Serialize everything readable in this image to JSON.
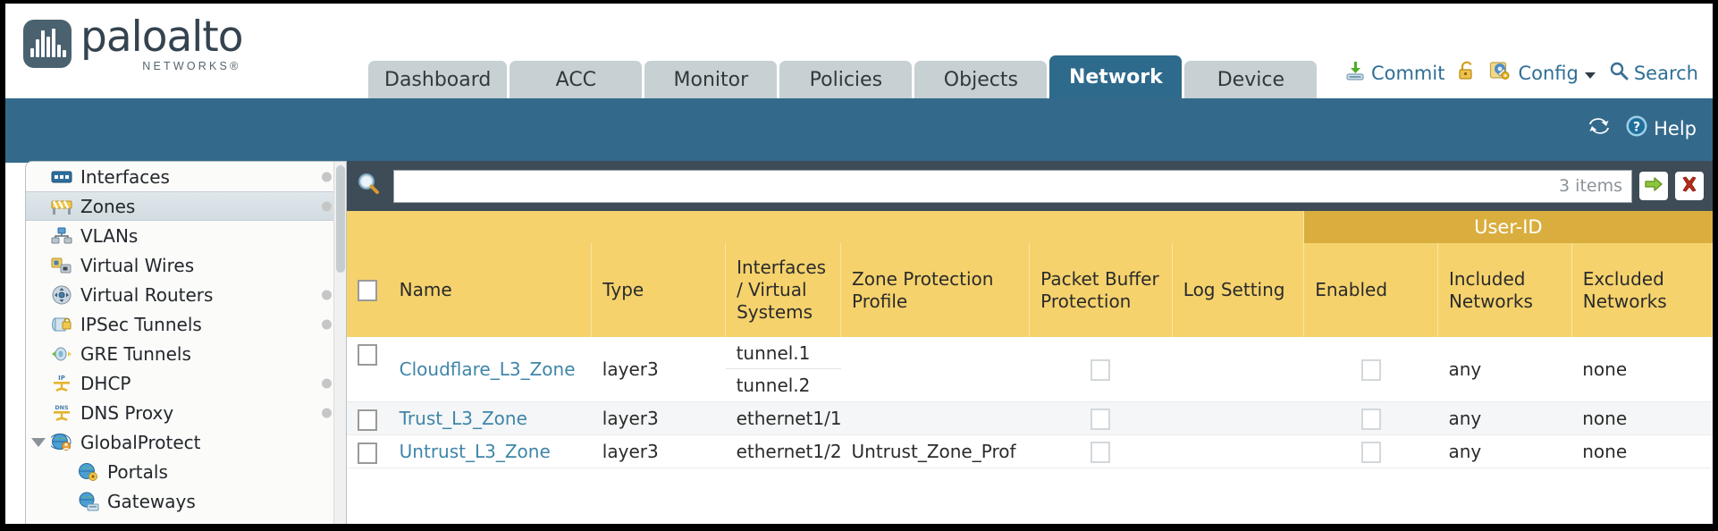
{
  "brand": {
    "word": "paloalto",
    "sub": "NETWORKS®",
    "logo_icon": "paloalto-logo-icon"
  },
  "nav": {
    "tabs": [
      {
        "label": "Dashboard",
        "active": false
      },
      {
        "label": "ACC",
        "active": false
      },
      {
        "label": "Monitor",
        "active": false
      },
      {
        "label": "Policies",
        "active": false
      },
      {
        "label": "Objects",
        "active": false
      },
      {
        "label": "Network",
        "active": true
      },
      {
        "label": "Device",
        "active": false
      }
    ],
    "active_tab": "Network"
  },
  "top_actions": {
    "commit": "Commit",
    "config": "Config",
    "search": "Search",
    "lock_icon": "padlock-icon",
    "commit_icon": "commit-icon",
    "config_icon": "config-wrench-icon",
    "caret_icon": "chevron-down-icon",
    "search_icon": "search-icon"
  },
  "blue_bar": {
    "refresh_icon": "refresh-icon",
    "help": "Help",
    "help_icon": "help-circle-icon"
  },
  "sidebar": {
    "items": [
      {
        "label": "Interfaces",
        "icon": "interfaces-icon",
        "dot": true,
        "selected": false,
        "child": false,
        "caret": false
      },
      {
        "label": "Zones",
        "icon": "zones-icon",
        "dot": true,
        "selected": true,
        "child": false,
        "caret": false
      },
      {
        "label": "VLANs",
        "icon": "vlans-icon",
        "dot": false,
        "selected": false,
        "child": false,
        "caret": false
      },
      {
        "label": "Virtual Wires",
        "icon": "virtual-wires-icon",
        "dot": false,
        "selected": false,
        "child": false,
        "caret": false
      },
      {
        "label": "Virtual Routers",
        "icon": "virtual-routers-icon",
        "dot": true,
        "selected": false,
        "child": false,
        "caret": false
      },
      {
        "label": "IPSec Tunnels",
        "icon": "ipsec-tunnels-icon",
        "dot": true,
        "selected": false,
        "child": false,
        "caret": false
      },
      {
        "label": "GRE Tunnels",
        "icon": "gre-tunnels-icon",
        "dot": false,
        "selected": false,
        "child": false,
        "caret": false
      },
      {
        "label": "DHCP",
        "icon": "dhcp-icon",
        "dot": true,
        "selected": false,
        "child": false,
        "caret": false
      },
      {
        "label": "DNS Proxy",
        "icon": "dns-proxy-icon",
        "dot": true,
        "selected": false,
        "child": false,
        "caret": false
      },
      {
        "label": "GlobalProtect",
        "icon": "globalprotect-icon",
        "dot": false,
        "selected": false,
        "child": false,
        "caret": true
      },
      {
        "label": "Portals",
        "icon": "portals-icon",
        "dot": false,
        "selected": false,
        "child": true,
        "caret": false
      },
      {
        "label": "Gateways",
        "icon": "gateways-icon",
        "dot": false,
        "selected": false,
        "child": true,
        "caret": false
      }
    ]
  },
  "search": {
    "value": "",
    "placeholder": "",
    "icon": "search-magnifier-icon",
    "items_count": "3 items",
    "apply_icon": "green-arrow-icon",
    "clear_icon": "red-x-icon"
  },
  "table": {
    "group_header": {
      "label": "User-ID",
      "span": 3
    },
    "columns": [
      {
        "key": "select",
        "label": "",
        "width": 38
      },
      {
        "key": "name",
        "label": "Name",
        "width": 185
      },
      {
        "key": "type",
        "label": "Type",
        "width": 122
      },
      {
        "key": "ifaces",
        "label": "Interfaces / Virtual Systems",
        "width": 105
      },
      {
        "key": "zpp",
        "label": "Zone Protection Profile",
        "width": 172
      },
      {
        "key": "pbp",
        "label": "Packet Buffer Protection",
        "width": 130
      },
      {
        "key": "log",
        "label": "Log Setting",
        "width": 120
      },
      {
        "key": "enabled",
        "label": "Enabled",
        "width": 122
      },
      {
        "key": "included",
        "label": "Included Networks",
        "width": 122
      },
      {
        "key": "excluded",
        "label": "Excluded Networks",
        "width": 128
      }
    ],
    "rows": [
      {
        "selected": false,
        "name": "Cloudflare_L3_Zone",
        "type": "layer3",
        "interfaces": [
          "tunnel.1",
          "tunnel.2"
        ],
        "zone_protection_profile": "",
        "packet_buffer_protection": false,
        "log_setting": "",
        "userid_enabled": false,
        "included_networks": "any",
        "excluded_networks": "none"
      },
      {
        "selected": false,
        "name": "Trust_L3_Zone",
        "type": "layer3",
        "interfaces": [
          "ethernet1/1"
        ],
        "zone_protection_profile": "",
        "packet_buffer_protection": false,
        "log_setting": "",
        "userid_enabled": false,
        "included_networks": "any",
        "excluded_networks": "none"
      },
      {
        "selected": false,
        "name": "Untrust_L3_Zone",
        "type": "layer3",
        "interfaces": [
          "ethernet1/2"
        ],
        "zone_protection_profile": "Untrust_Zone_Prof",
        "packet_buffer_protection": false,
        "log_setting": "",
        "userid_enabled": false,
        "included_networks": "any",
        "excluded_networks": "none"
      }
    ]
  },
  "colors": {
    "brand_blue": "#336a8c",
    "tab_active": "#2d6a8c",
    "tab_inactive": "#c7d0d3",
    "header_gold": "#f5d26c",
    "group_gold": "#d9ae3e",
    "toolbar_dark": "#3d4c57",
    "link_blue": "#3f85a8"
  }
}
